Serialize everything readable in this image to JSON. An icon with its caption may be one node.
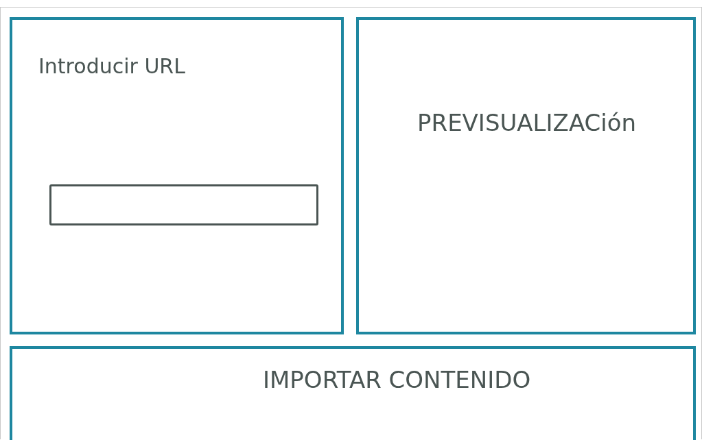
{
  "diagram": {
    "nodes": [
      {
        "text": [
          "Introducir URL"
        ]
      },
      {
        "text": [],
        "shape": "box",
        "in": 0
      },
      {
        "text": [
          "PREVISUALIZACión"
        ]
      },
      {
        "text": [
          "IMPORTAR CONTENIDO"
        ]
      }
    ]
  }
}
